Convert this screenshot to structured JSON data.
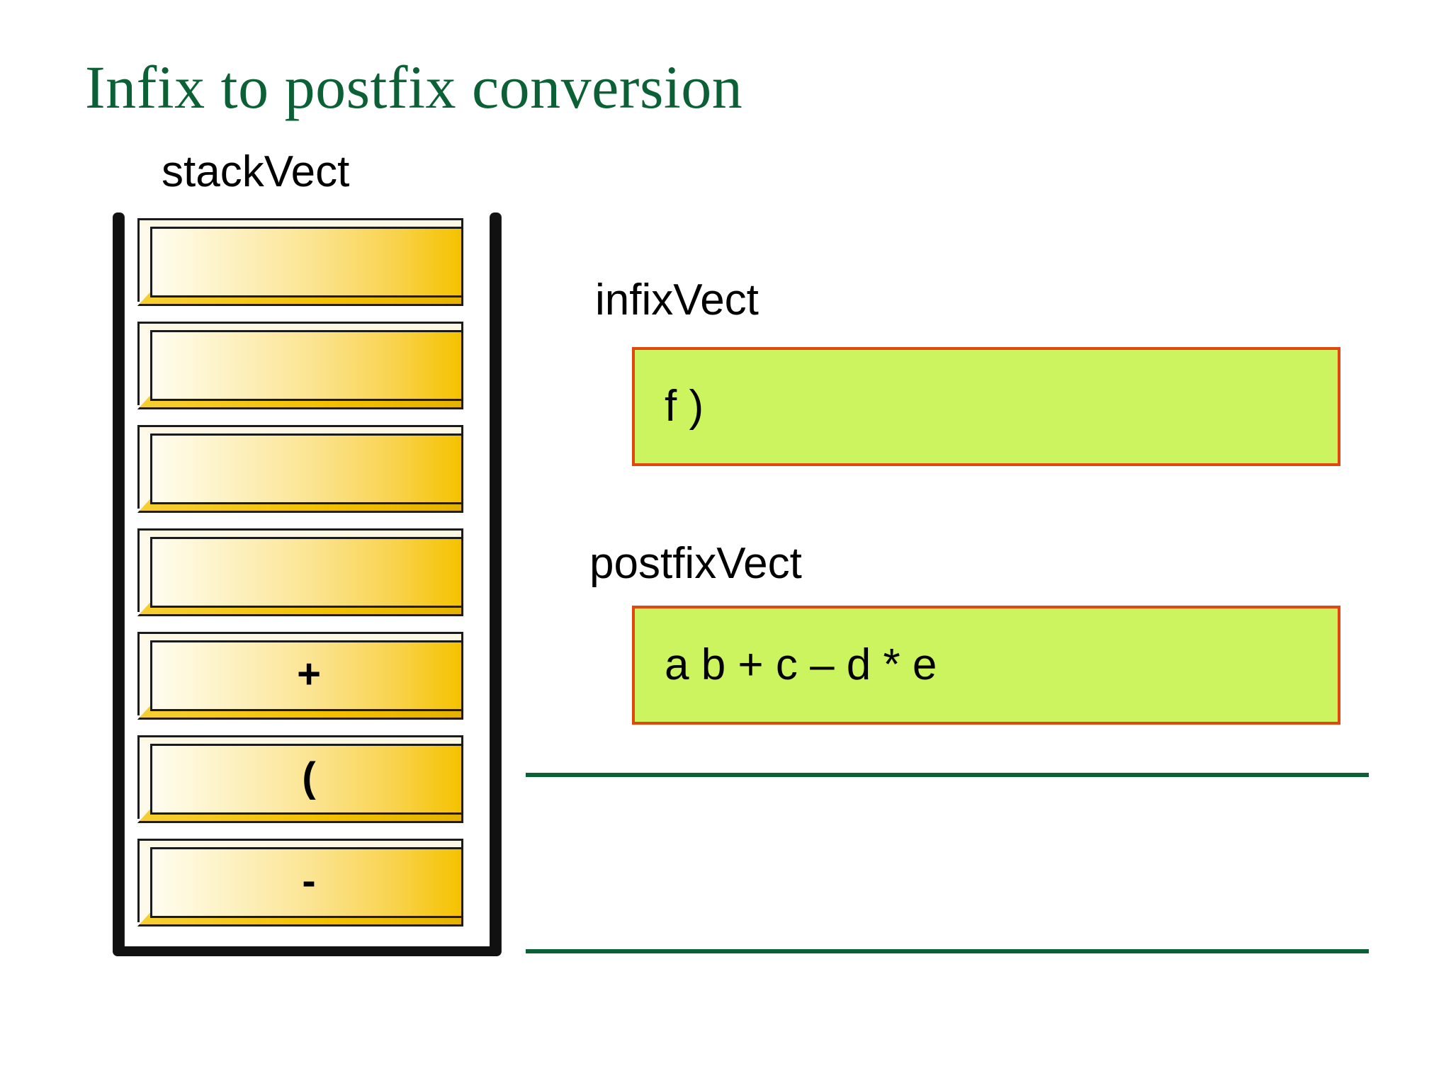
{
  "slide": {
    "title": "Infix to postfix conversion",
    "background_color": "#ffffff",
    "title_color": "#0b6135",
    "rule_color": "#0b6135"
  },
  "stack": {
    "label": "stackVect",
    "capacity": 7,
    "cell_fill_start": "#fffdf0",
    "cell_fill_end": "#f5c200",
    "cell_border_color": "#1b1b1b",
    "wall_color": "#111111",
    "cells": [
      {
        "index": 6,
        "value": ""
      },
      {
        "index": 5,
        "value": ""
      },
      {
        "index": 4,
        "value": ""
      },
      {
        "index": 3,
        "value": ""
      },
      {
        "index": 2,
        "value": "+"
      },
      {
        "index": 1,
        "value": "("
      },
      {
        "index": 0,
        "value": "-"
      }
    ]
  },
  "infix": {
    "label": "infixVect",
    "value": "f )",
    "box_fill": "#ccf45e",
    "box_border": "#e1470e"
  },
  "postfix": {
    "label": "postfixVect",
    "value": "a b + c – d * e",
    "box_fill": "#ccf45e",
    "box_border": "#e1470e"
  }
}
